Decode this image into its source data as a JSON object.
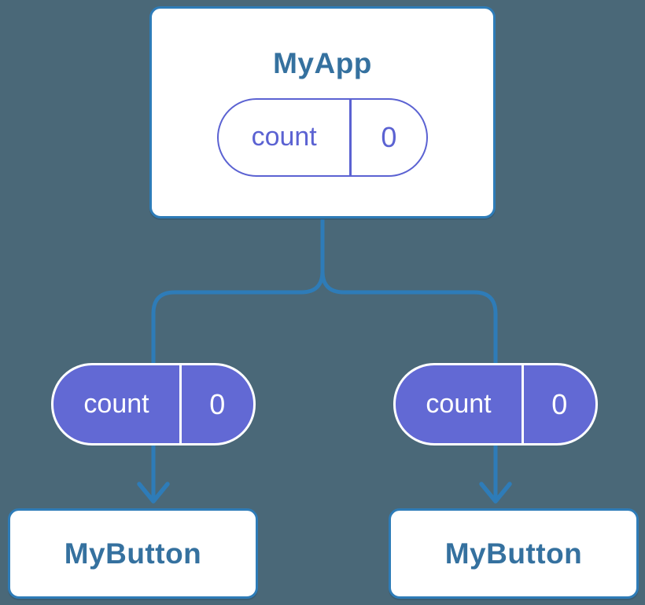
{
  "diagram": {
    "type": "component-tree",
    "colors": {
      "background": "#4a6878",
      "connector": "#2e7cb8",
      "node_text": "#35719f",
      "pill_outline": "#5b62d2",
      "pill_fill": "#6269d4"
    },
    "root": {
      "title": "MyApp",
      "state_pill": {
        "label": "count",
        "value": "0"
      }
    },
    "children": [
      {
        "title": "MyButton",
        "prop_pill": {
          "label": "count",
          "value": "0"
        }
      },
      {
        "title": "MyButton",
        "prop_pill": {
          "label": "count",
          "value": "0"
        }
      }
    ]
  }
}
